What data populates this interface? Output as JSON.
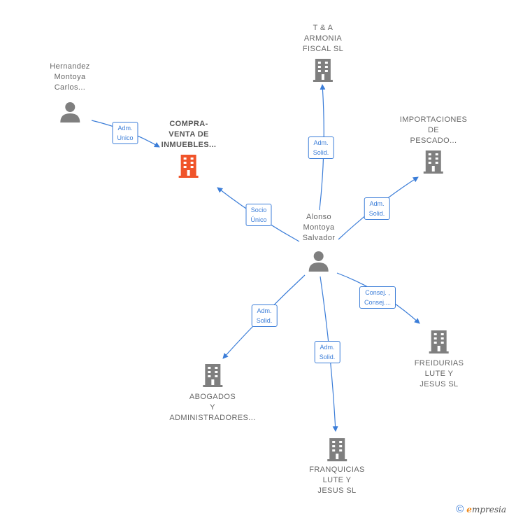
{
  "colors": {
    "edge": "#3b7dd8",
    "building": "#7f7f7f",
    "building_main": "#f0542a",
    "person": "#7f7f7f"
  },
  "nodes": {
    "center_person": {
      "label": "Alonso\nMontoya\nSalvador",
      "icon": "person-icon"
    },
    "hernandez": {
      "label": "Hernandez\nMontoya\nCarlos...",
      "icon": "person-icon"
    },
    "compraventa": {
      "label": "COMPRA-\nVENTA DE\nINMUEBLES...",
      "icon": "building-icon"
    },
    "tya": {
      "label": "T & A\nARMONIA\nFISCAL  SL",
      "icon": "building-icon"
    },
    "importaciones": {
      "label": "IMPORTACIONES\nDE\nPESCADO...",
      "icon": "building-icon"
    },
    "freidurias": {
      "label": "FREIDURIAS\nLUTE Y\nJESUS  SL",
      "icon": "building-icon"
    },
    "franquicias": {
      "label": "FRANQUICIAS\nLUTE Y\nJESUS  SL",
      "icon": "building-icon"
    },
    "abogados": {
      "label": "ABOGADOS\nY\nADMINISTRADORES...",
      "icon": "building-icon"
    }
  },
  "edge_labels": {
    "hernandez_compraventa": "Adm.\nUnico",
    "center_compraventa": "Socio\nÚnico",
    "center_tya": "Adm.\nSolid.",
    "center_importaciones": "Adm.\nSolid.",
    "center_freidurias": "Consej. ,\nConsej....",
    "center_franquicias": "Adm.\nSolid.",
    "center_abogados": "Adm.\nSolid."
  },
  "footer": {
    "copyright": "©",
    "brand_initial": "e",
    "brand_rest": "mpresia"
  }
}
